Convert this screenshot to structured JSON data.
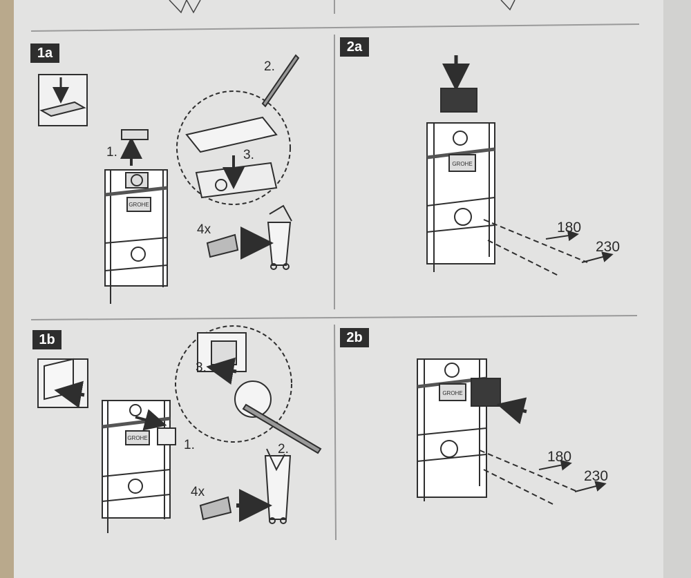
{
  "steps": {
    "s1a": {
      "badge": "1a",
      "n1": "1.",
      "n2": "2.",
      "n3": "3.",
      "qty": "4x"
    },
    "s2a": {
      "badge": "2a",
      "d1": "180",
      "d2": "230"
    },
    "s1b": {
      "badge": "1b",
      "n1": "1.",
      "n2": "2.",
      "n3": "3.",
      "qty": "4x"
    },
    "s2b": {
      "badge": "2b",
      "d1": "180",
      "d2": "230"
    }
  },
  "brand": "GROHE",
  "colors": {
    "ink": "#2e2e2e",
    "paper": "#e3e3e2",
    "grey": "#b5b5b5"
  }
}
